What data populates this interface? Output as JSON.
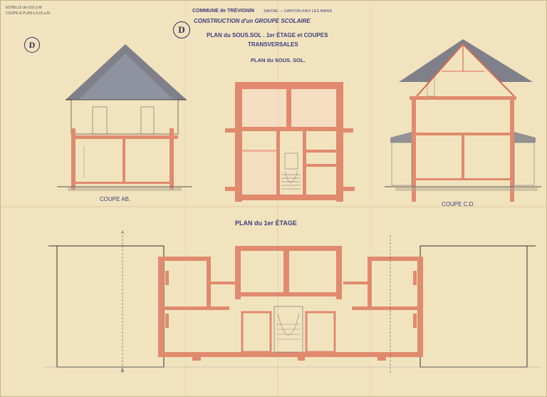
{
  "header": {
    "commune": "COMMUNE de TRÉVIGNIN",
    "savoie": "SAVOIE — CANTON d'AIX LES BAINS",
    "title": "CONSTRUCTION d'un GROUPE SCOLAIRE",
    "subtitle_1": "PLAN du SOUS.SOL . 1er ÉTAGE et COUPES",
    "subtitle_2": "TRANSVERSALES"
  },
  "stamp_topleft": {
    "line1": "ECHELLE de 0,01 p.M.",
    "line2": "COUPE & PLAN à 0,02 p.M."
  },
  "logos": {
    "letter": "D"
  },
  "sections": {
    "plan_sous_sol": "PLAN du SOUS. SOL.",
    "coupe_ab": "COUPE AB.",
    "coupe_cd": "COUPE C.D.",
    "plan_1er_etage": "PLAN du 1er ÉTAGE",
    "marker_a": "A",
    "marker_b": "B"
  },
  "colors": {
    "paper": "#f2e3bf",
    "wall": "#e08a6e",
    "ink": "#3a3f7a",
    "line": "#4a4a4a",
    "roof": "#6a6f80"
  }
}
